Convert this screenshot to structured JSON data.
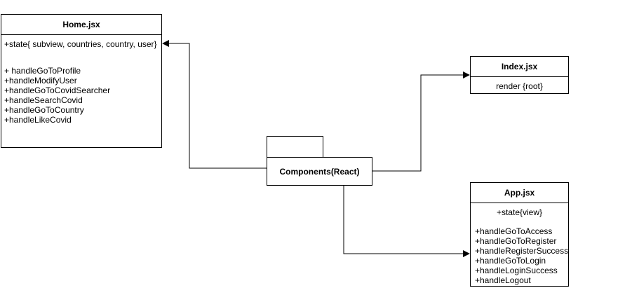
{
  "home": {
    "title": "Home.jsx",
    "state": "+state{ subview, countries, country, user}",
    "methods": [
      "+ handleGoToProfile",
      "+handleModifyUser",
      "+handleGoToCovidSearcher",
      "+handleSearchCovid",
      "+handleGoToCountry",
      "+handleLikeCovid"
    ]
  },
  "index": {
    "title": "Index.jsx",
    "body": "render {root}"
  },
  "components": {
    "label": "Components(React)"
  },
  "app": {
    "title": "App.jsx",
    "state": "+state{view}",
    "methods": [
      "+handleGoToAccess",
      "+handleGoToRegister",
      "+handleRegisterSuccess",
      "+handleGoToLogin",
      "+handleLoginSuccess",
      "+handleLogout"
    ]
  }
}
